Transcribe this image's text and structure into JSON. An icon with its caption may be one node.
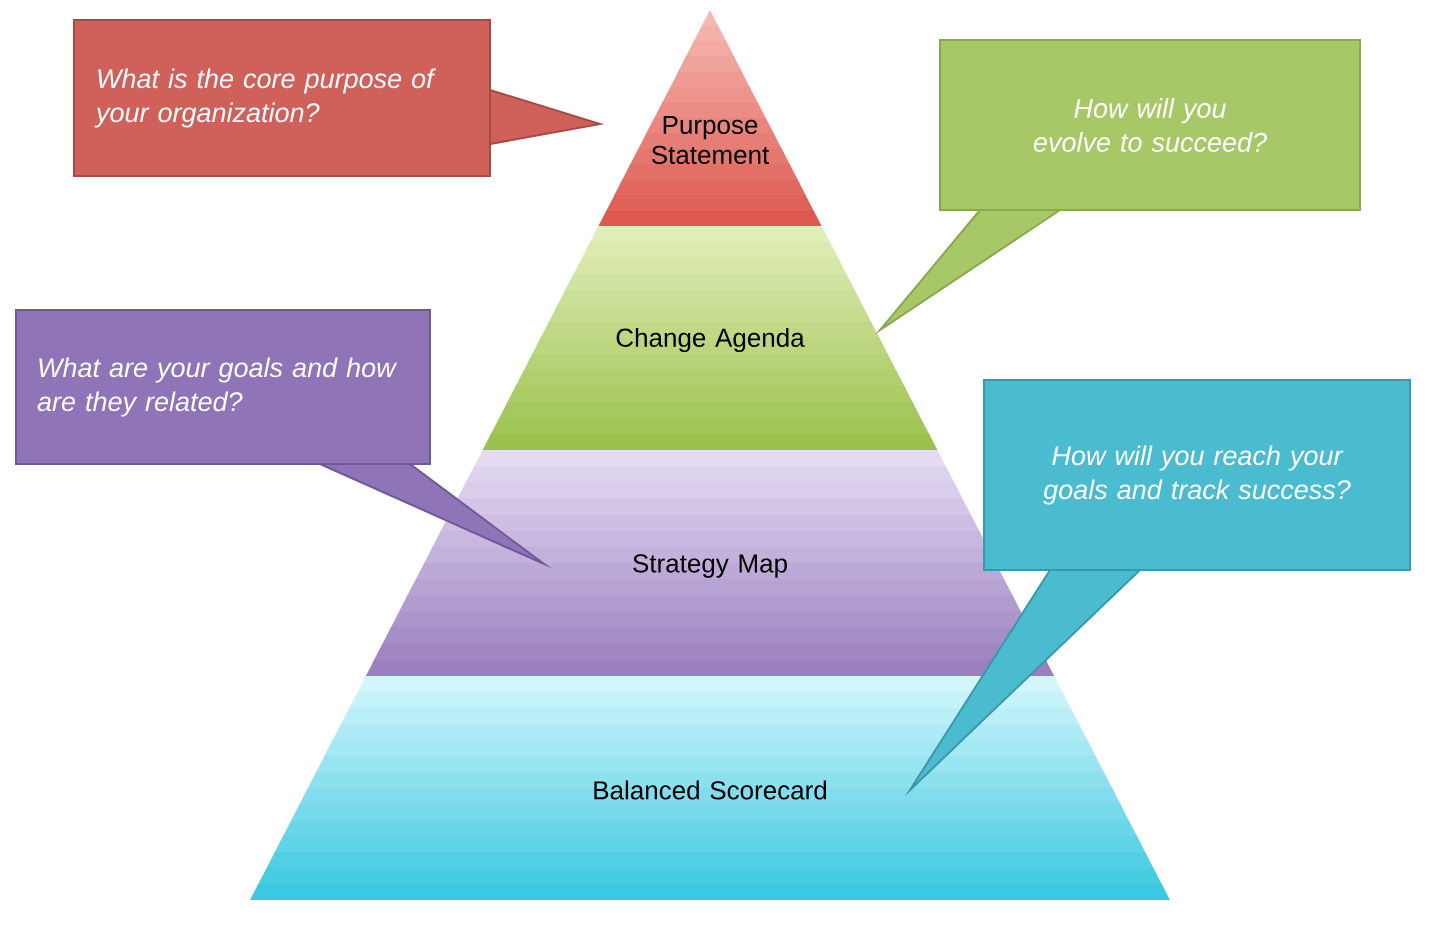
{
  "diagram": {
    "nodes": [
      {
        "text": [
          "Purpose Statement"
        ]
      },
      {
        "text": [
          "Change Agenda"
        ]
      },
      {
        "text": [
          "Strategy Map"
        ]
      },
      {
        "text": [
          "Balanced Scorecard"
        ]
      },
      {
        "text": [
          "What is the core purpose of your organization?"
        ]
      },
      {
        "text": [
          "How will you evolve to succeed?"
        ]
      },
      {
        "text": [
          "What are your goals and how are they related?"
        ]
      },
      {
        "text": [
          "How will you reach your goals and track success?"
        ]
      }
    ]
  }
}
